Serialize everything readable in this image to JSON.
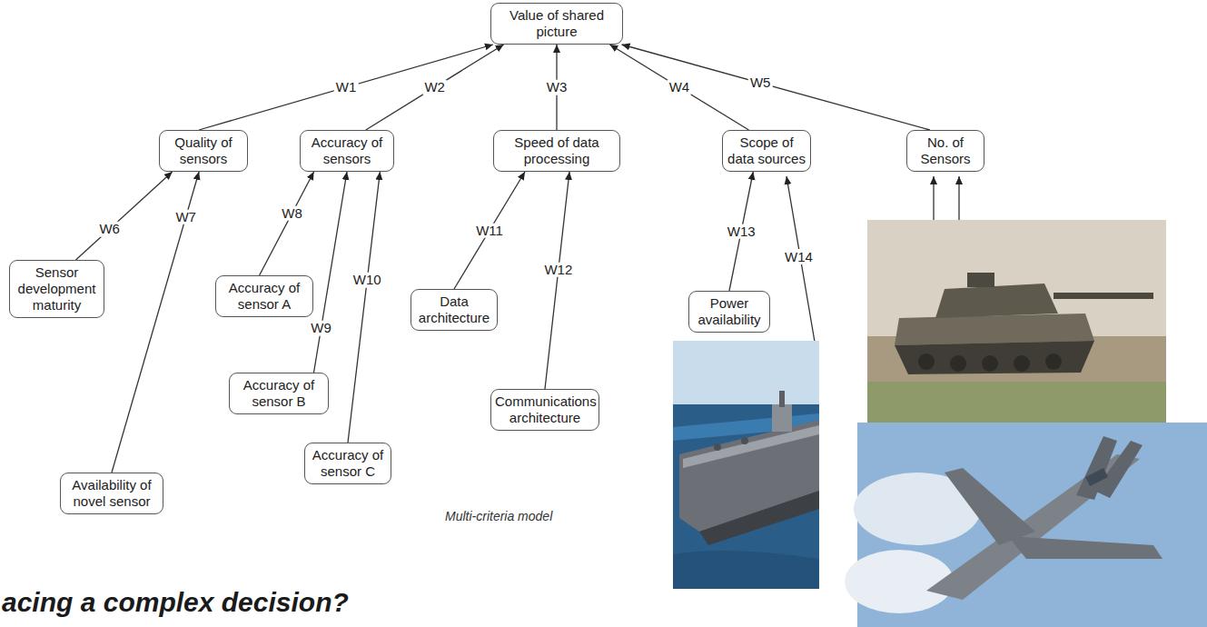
{
  "diagram": {
    "nodes": [
      {
        "text": [
          "Value of shared picture"
        ]
      },
      {
        "text": [
          "Quality of sensors"
        ]
      },
      {
        "text": [
          "Accuracy of sensors"
        ]
      },
      {
        "text": [
          "Speed of data processing"
        ]
      },
      {
        "text": [
          "Scope of data sources"
        ]
      },
      {
        "text": [
          "No. of Sensors"
        ]
      },
      {
        "text": [
          "Sensor development maturity"
        ]
      },
      {
        "text": [
          "Accuracy of sensor A"
        ]
      },
      {
        "text": [
          "Data architecture"
        ]
      },
      {
        "text": [
          "Power availability"
        ]
      },
      {
        "text": [
          "Accuracy of sensor B"
        ]
      },
      {
        "text": [
          "Communications architecture"
        ]
      },
      {
        "text": [
          "Availability of novel sensor"
        ]
      },
      {
        "text": [
          "Accuracy of sensor C"
        ]
      }
    ],
    "edges": [
      {
        "from": 1,
        "to": 0,
        "label": "W1",
        "arrow": "to"
      },
      {
        "from": 2,
        "to": 0,
        "label": "W2",
        "arrow": "to"
      },
      {
        "from": 3,
        "to": 0,
        "label": "W3",
        "arrow": "to"
      },
      {
        "from": 4,
        "to": 0,
        "label": "W4",
        "arrow": "to"
      },
      {
        "from": 5,
        "to": 0,
        "label": "W5",
        "arrow": "to"
      },
      {
        "from": 6,
        "to": 1,
        "label": "W6",
        "arrow": "to"
      },
      {
        "from": 12,
        "to": 1,
        "label": "W7",
        "arrow": "to"
      },
      {
        "from": 7,
        "to": 2,
        "label": "W8",
        "arrow": "to"
      },
      {
        "from": 10,
        "to": 2,
        "label": "W9",
        "arrow": "to"
      },
      {
        "from": 13,
        "to": 2,
        "label": "W10",
        "arrow": "to"
      },
      {
        "from": 8,
        "to": 3,
        "label": "W11",
        "arrow": "to"
      },
      {
        "from": 11,
        "to": 3,
        "label": "W12",
        "arrow": "to"
      },
      {
        "from": 9,
        "to": 4,
        "label": "W13",
        "arrow": "to"
      }
    ],
    "labels": [
      "W14",
      "Multi-criteria model",
      "acing a complex decision?"
    ]
  }
}
